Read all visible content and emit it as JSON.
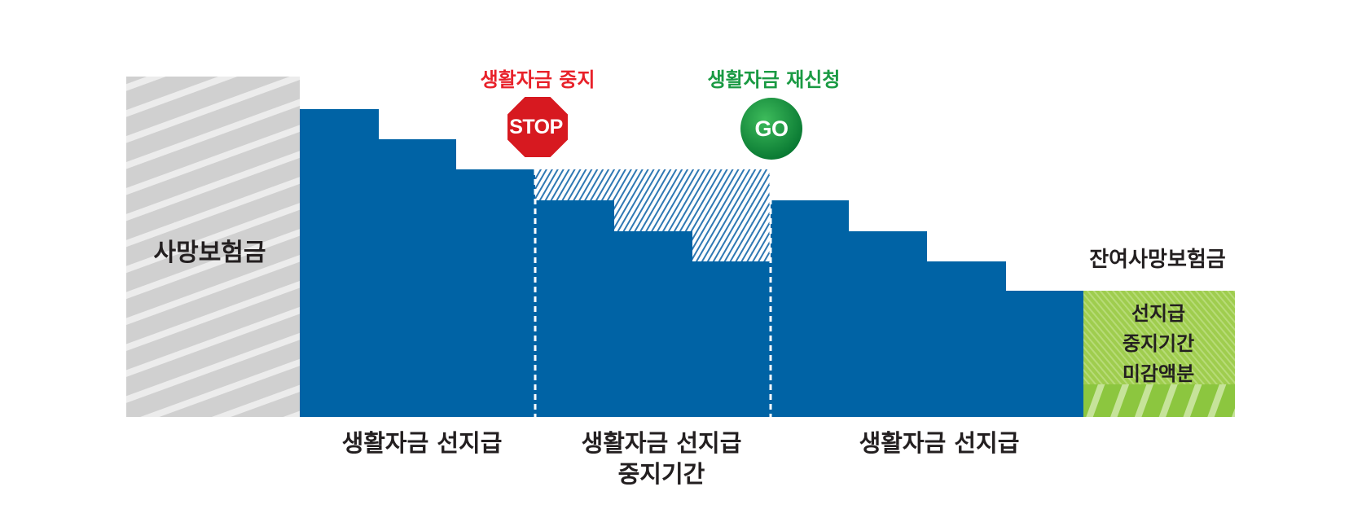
{
  "segments": {
    "death_insurance": "사망보험금",
    "advance_1": "생활자금 선지급",
    "suspended_line1": "생활자금 선지급",
    "suspended_line2": "중지기간",
    "advance_2": "생활자금 선지급",
    "remaining": "잔여사망보험금",
    "unpaid_line1": "선지급",
    "unpaid_line2": "중지기간",
    "unpaid_line3": "미감액분"
  },
  "events": {
    "stop_label": "생활자금 중지",
    "stop_sign": "STOP",
    "go_label": "생활자금 재신청",
    "go_sign": "GO"
  },
  "colors": {
    "blue": "#0063a5",
    "gray_hatch": "#cfcfcf",
    "green": "#9fcd4e",
    "stop_red": "#e8212a",
    "go_green": "#1a9a43"
  }
}
